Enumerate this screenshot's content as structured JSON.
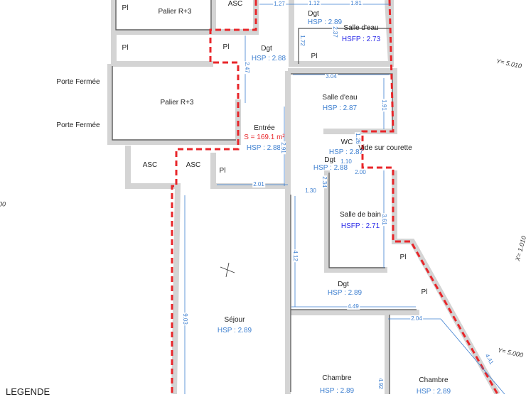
{
  "rooms": {
    "pl_top_left": "Pl",
    "palier_top": "Palier R+3",
    "asc_top": "ASC",
    "pl_left2": "Pl",
    "pl_dgt": "Pl",
    "dgt1": {
      "name": "Dgt",
      "hsp": "HSP : 2.88"
    },
    "dgt_top": {
      "name": "Dgt",
      "hsp": "HSP : 2.89"
    },
    "salle_eau1": {
      "name": "Salle d'eau",
      "hsp": "HSFP : 2.73"
    },
    "pl_mid": "Pl",
    "porte1": "Porte Fermée",
    "porte2": "Porte Fermée",
    "palier_mid": "Palier R+3",
    "salle_eau2": {
      "name": "Salle d'eau",
      "hsp": "HSP : 2.87"
    },
    "entree": {
      "name": "Entrée",
      "surface": "S = 169.1 m²",
      "hsp": "HSP : 2.88"
    },
    "wc": {
      "name": "WC",
      "hsp": "HSP : 2.87"
    },
    "vide": "Vide sur courette",
    "dgt2": {
      "name": "Dgt",
      "hsp": "HSP : 2.88"
    },
    "asc1": "ASC",
    "asc2": "ASC",
    "pl_low": "Pl",
    "sdb": {
      "name": "Salle de bain",
      "hsp": "HSFP : 2.71"
    },
    "pl_r1": "Pl",
    "pl_r2": "Pl",
    "dgt3": {
      "name": "Dgt",
      "hsp": "HSP : 2.89"
    },
    "sejour": {
      "name": "Séjour",
      "hsp": "HSP : 2.89"
    },
    "chambre1": {
      "name": "Chambre",
      "hsp": "HSP : 2.89"
    },
    "chambre2": {
      "name": "Chambre",
      "hsp": "HSP : 2.89"
    }
  },
  "dimensions": {
    "d127": "1.27",
    "d112": "1.12",
    "d181": "1.81",
    "d237": "2.37",
    "d172": "1.72",
    "d247": "2.47",
    "d304": "3.04",
    "d191": "1.91",
    "d291": "2.91",
    "d126": "1.26",
    "d110": "1.10",
    "d200": "2.00",
    "d234": "2.34",
    "d130": "1.30",
    "d201": "2.01",
    "d361": "3.61",
    "d412": "4.12",
    "d449": "4.49",
    "d204": "2.04",
    "d492": "4.92",
    "d441": "4.41",
    "d903": "9.03"
  },
  "axes": {
    "y_top": "Y= 5.010",
    "x_right": "X= 1.010",
    "y_bottom": "Y= 5.000",
    "left_cut": "00"
  },
  "legend_title": "LEGENDE"
}
